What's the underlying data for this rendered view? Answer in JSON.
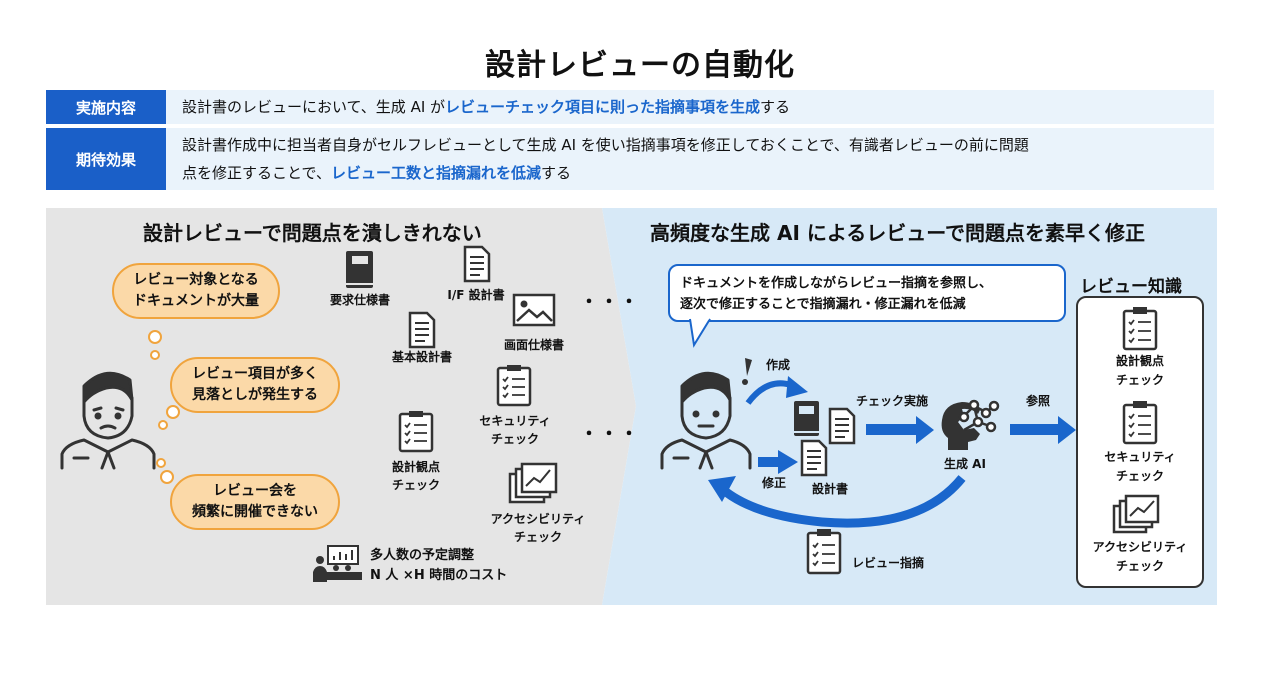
{
  "title": "設計レビューの自動化",
  "rows": {
    "impl": {
      "label": "実施内容",
      "pre": "設計書のレビューにおいて、生成 AI が",
      "hl": "レビューチェック項目に則った指摘事項を生成",
      "post": "する"
    },
    "effect": {
      "label": "期待効果",
      "line1": "設計書作成中に担当者自身がセルフレビューとして生成 AI を使い指摘事項を修正しておくことで、有識者レビューの前に問題",
      "pre2": "点を修正することで、",
      "hl2": "レビュー工数と指摘漏れを低減",
      "post2": "する"
    }
  },
  "left": {
    "title": "設計レビューで問題点を潰しきれない",
    "bubbles": [
      {
        "l1": "レビュー対象となる",
        "l2": "ドキュメントが大量"
      },
      {
        "l1": "レビュー項目が多く",
        "l2": "見落としが発生する"
      },
      {
        "l1": "レビュー会を",
        "l2": "頻繁に開催できない"
      }
    ],
    "docs": {
      "req": "要求仕様書",
      "if": "I/F 設計書",
      "basic": "基本設計書",
      "screen": "画面仕様書",
      "sec1": "セキュリティ",
      "sec2": "チェック",
      "design1": "設計観点",
      "design2": "チェック",
      "acc1": "アクセシビリティ",
      "acc2": "チェック"
    },
    "ellipsis": "・・・",
    "meeting1": "多人数の予定調整",
    "meeting2": "N 人 ×H 時間のコスト"
  },
  "right": {
    "title": "高頻度な生成 AI によるレビューで問題点を素早く修正",
    "speech1": "ドキュメントを作成しながらレビュー指摘を参照し、",
    "speech2": "逐次で修正することで指摘漏れ・修正漏れを低減",
    "create": "作成",
    "fix": "修正",
    "design_doc": "設計書",
    "check": "チェック実施",
    "ai": "生成 AI",
    "ref": "参照",
    "review_points": "レビュー指摘",
    "knowledge": {
      "title": "レビュー知識",
      "items": [
        {
          "l1": "設計観点",
          "l2": "チェック"
        },
        {
          "l1": "セキュリティ",
          "l2": "チェック"
        },
        {
          "l1": "アクセシビリティ",
          "l2": "チェック"
        }
      ]
    }
  },
  "colors": {
    "accent": "#1a66cc",
    "label_bg": "#1a5fc8",
    "bubble_fill": "#fbd9a8",
    "bubble_border": "#f0a43d",
    "right_bg": "#d7e9f7",
    "left_bg": "#e5e5e5"
  }
}
